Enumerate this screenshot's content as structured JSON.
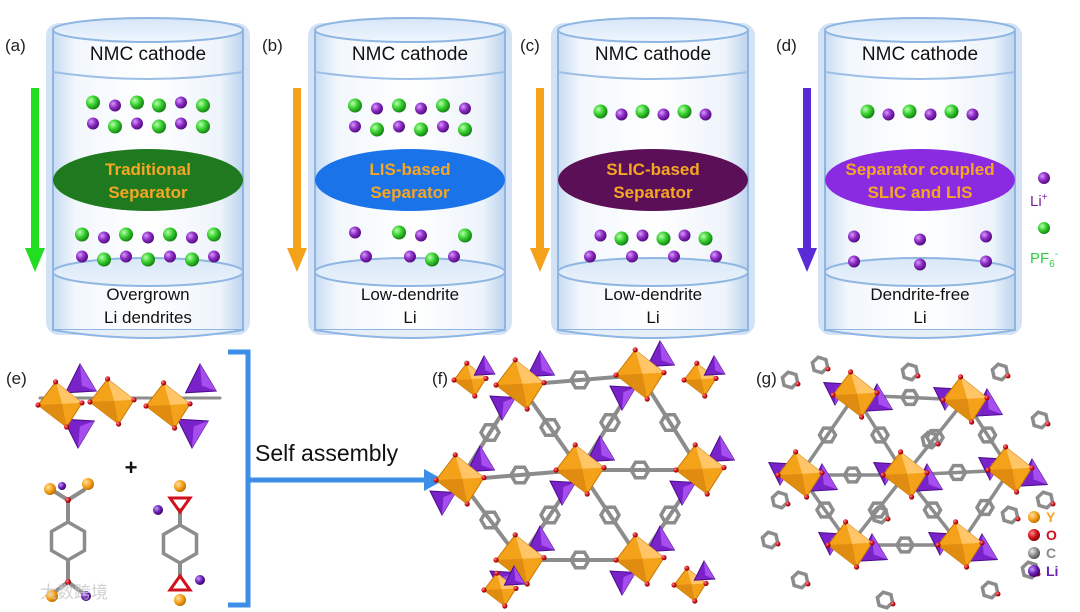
{
  "panels": [
    {
      "letter": "(a)",
      "top_label": "NMC cathode",
      "separator_lines": [
        "Traditional",
        "Separator"
      ],
      "separator_color": "#1f7a1f",
      "arrow_color": "#22dd22",
      "bottom_lines": [
        "Overgrown",
        "Li dendrites"
      ]
    },
    {
      "letter": "(b)",
      "top_label": "NMC cathode",
      "separator_lines": [
        "LIS-based",
        "Separator"
      ],
      "separator_color": "#1a73e8",
      "arrow_color": "#f5a21b",
      "bottom_lines": [
        "Low-dendrite",
        "Li"
      ]
    },
    {
      "letter": "(c)",
      "top_label": "NMC cathode",
      "separator_lines": [
        "SLIC-based",
        "Separator"
      ],
      "separator_color": "#5b0f57",
      "arrow_color": "#f5a21b",
      "bottom_lines": [
        "Low-dendrite",
        "Li"
      ]
    },
    {
      "letter": "(d)",
      "top_label": "NMC cathode",
      "separator_lines": [
        "Separator coupled",
        "SLIC and LIS"
      ],
      "separator_color": "#8a2be2",
      "arrow_color": "#5b2bd6",
      "bottom_lines": [
        "Dendrite-free",
        "Li"
      ]
    }
  ],
  "ion_legend": {
    "li": {
      "label": "Li",
      "sup": "+",
      "color": "#7b1fa2"
    },
    "pf6": {
      "label": "PF",
      "sub": "6",
      "sup": "-",
      "color": "#2ecc40"
    }
  },
  "separator_text_color": "#f5a623",
  "lower": {
    "letters": [
      "(e)",
      "(f)",
      "(g)"
    ],
    "plus": "+",
    "process_label": "Self assembly",
    "arrow_color": "#3d8ee6"
  },
  "atom_legend": [
    {
      "symbol": "Y",
      "color": "#f5a21b"
    },
    {
      "symbol": "O",
      "color": "#d0121b"
    },
    {
      "symbol": "C",
      "color": "#8c8c8c"
    },
    {
      "symbol": "Li",
      "color": "#6a1fb5"
    }
  ],
  "watermark": "大数跨境"
}
